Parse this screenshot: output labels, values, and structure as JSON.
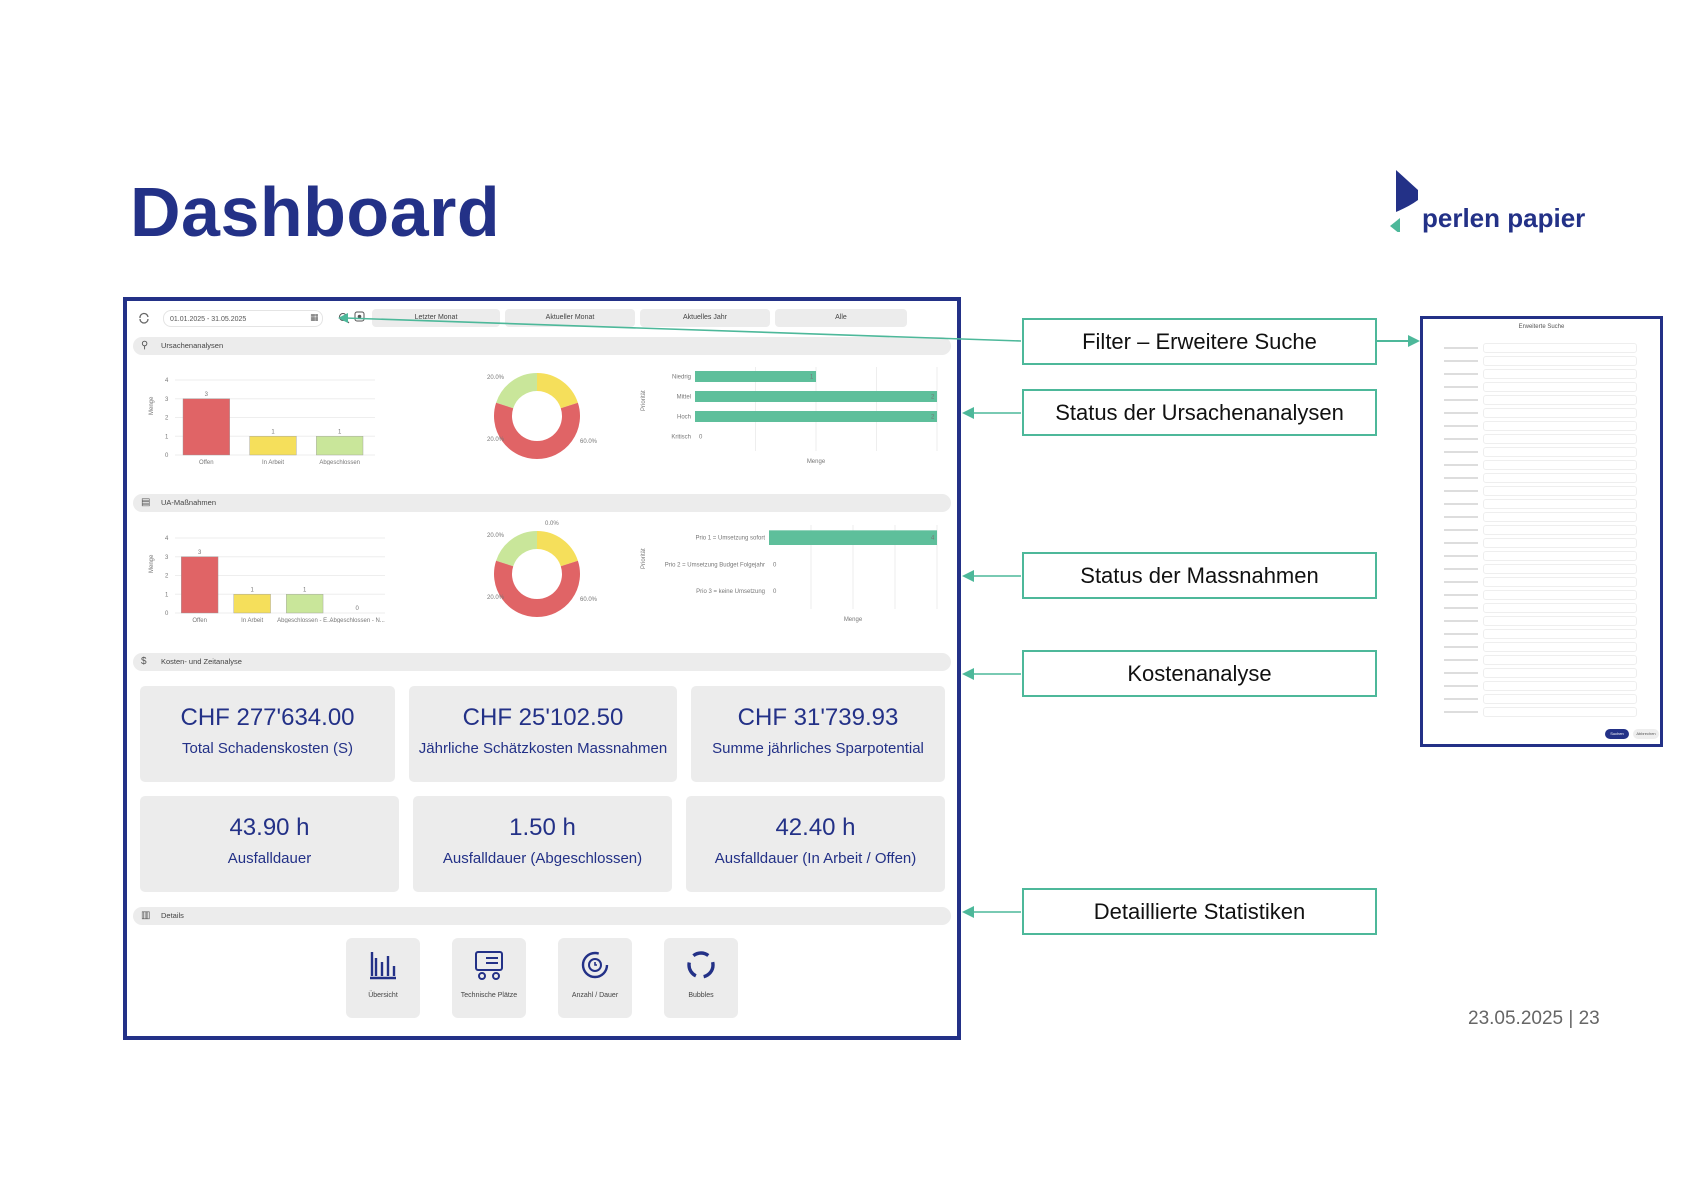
{
  "slide": {
    "title": "Dashboard",
    "logo_text": "perlen papier",
    "footer": "23.05.2025 | 23"
  },
  "colors": {
    "accent": "#233187",
    "teal": "#4db89a",
    "red": "#e06466",
    "yellow": "#f5df5b",
    "green": "#c9e69a",
    "bar_teal": "#5ebf9b"
  },
  "toolbar": {
    "date_range": "01.01.2025 - 31.05.2025",
    "tabs": [
      "Letzter Monat",
      "Aktueller Monat",
      "Aktuelles Jahr",
      "Alle"
    ]
  },
  "sections": {
    "ursachen": "Ursachenanalysen",
    "massnahmen": "UA-Maßnahmen",
    "kosten": "Kosten- und Zeitanalyse",
    "details": "Details"
  },
  "chart_data": [
    {
      "type": "bar",
      "categories": [
        "Offen",
        "In Arbeit",
        "Abgeschlossen"
      ],
      "values": [
        3,
        1,
        1
      ],
      "ylabel": "Menge",
      "ylim": [
        0,
        4
      ],
      "colors": [
        "#e06466",
        "#f5df5b",
        "#c9e69a"
      ]
    },
    {
      "type": "pie",
      "labels": [
        "20.0%",
        "20.0%",
        "60.0%"
      ],
      "values": [
        20,
        20,
        60
      ],
      "colors": [
        "#c9e69a",
        "#f5df5b",
        "#e06466"
      ]
    },
    {
      "type": "bar",
      "orientation": "horizontal",
      "categories": [
        "Niedrig",
        "Mittel",
        "Hoch",
        "Kritisch"
      ],
      "values": [
        1,
        2,
        2,
        0
      ],
      "ylabel": "Priorität",
      "xlabel": "Menge",
      "xlim": [
        0,
        2
      ]
    },
    {
      "type": "bar",
      "categories": [
        "Offen",
        "In Arbeit",
        "Abgeschlossen - E...",
        "Abgeschlossen - N..."
      ],
      "values": [
        3,
        1,
        1,
        0
      ],
      "ylabel": "Menge",
      "ylim": [
        0,
        4
      ],
      "colors": [
        "#e06466",
        "#f5df5b",
        "#c9e69a",
        "#c9e69a"
      ]
    },
    {
      "type": "pie",
      "labels": [
        "20.0%",
        "20.0%",
        "60.0%",
        "0.0%"
      ],
      "values": [
        20,
        20,
        60,
        0
      ],
      "colors": [
        "#c9e69a",
        "#f5df5b",
        "#e06466",
        "#5ebf9b"
      ]
    },
    {
      "type": "bar",
      "orientation": "horizontal",
      "categories": [
        "Prio 1 = Umsetzung sofort",
        "Prio 2 = Umsetzung Budget Folgejahr",
        "Prio 3 = keine Umsetzung"
      ],
      "values": [
        4,
        0,
        0
      ],
      "ylabel": "Priorität",
      "xlabel": "Menge",
      "xlim": [
        0,
        4
      ]
    }
  ],
  "cost_cards": [
    {
      "value": "CHF 277'634.00",
      "label": "Total Schadenskosten (S)"
    },
    {
      "value": "CHF 25'102.50",
      "label": "Jährliche Schätzkosten Massnahmen"
    },
    {
      "value": "CHF 31'739.93",
      "label": "Summe jährliches Sparpotential"
    }
  ],
  "time_cards": [
    {
      "value": "43.90 h",
      "label": "Ausfalldauer"
    },
    {
      "value": "1.50 h",
      "label": "Ausfalldauer (Abgeschlossen)"
    },
    {
      "value": "42.40 h",
      "label": "Ausfalldauer (In Arbeit / Offen)"
    }
  ],
  "detail_tiles": [
    {
      "icon": "bar-chart-icon",
      "label": "Übersicht"
    },
    {
      "icon": "machine-icon",
      "label": "Technische Plätze"
    },
    {
      "icon": "clock-refresh-icon",
      "label": "Anzahl / Dauer"
    },
    {
      "icon": "bubbles-icon",
      "label": "Bubbles"
    }
  ],
  "callouts": [
    "Filter – Erweitere Suche",
    "Status der Ursachenanalysen",
    "Status der Massnahmen",
    "Kostenanalyse",
    "Detaillierte Statistiken"
  ],
  "mini_panel": {
    "title": "Erweiterte Suche",
    "search_button": "Suchen",
    "cancel_button": "Abbrechen"
  }
}
